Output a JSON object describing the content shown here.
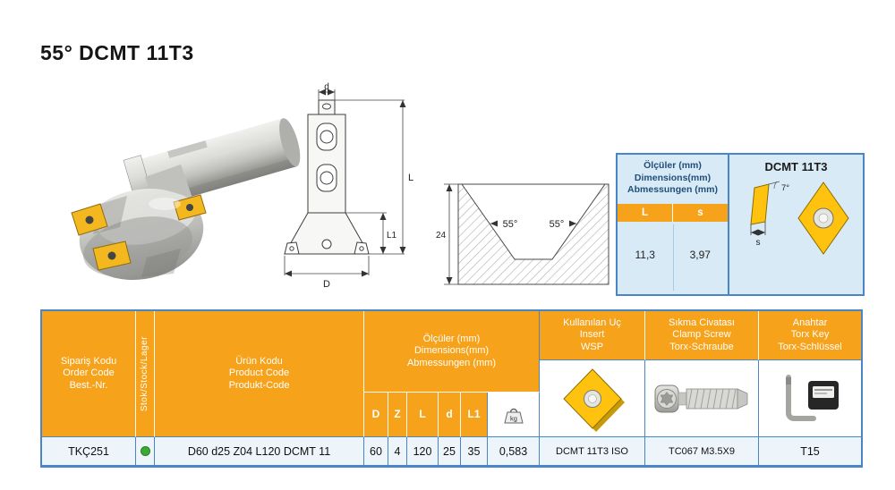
{
  "page": {
    "title": "55° DCMT 11T3"
  },
  "dims_panel": {
    "header_lines": [
      "Ölçüler (mm)",
      "Dimensions(mm)",
      "Abmessungen (mm)"
    ],
    "col_labels": [
      "L",
      "s"
    ],
    "values": [
      "11,3",
      "3,97"
    ]
  },
  "insert_panel": {
    "title": "DCMT 11T3",
    "angle_label": "7°",
    "thickness_label": "s"
  },
  "tech_drawing": {
    "d": "d",
    "L": "L",
    "L1": "L1",
    "D": "D"
  },
  "profile_drawing": {
    "left_angle": "55°",
    "right_angle": "55°",
    "depth": "24"
  },
  "table": {
    "headers": {
      "order_code_lines": [
        "Sipariş Kodu",
        "Order Code",
        "Best.-Nr."
      ],
      "stock_label": "Stok/Stock/Lager",
      "product_code_lines": [
        "Ürün Kodu",
        "Product Code",
        "Produkt-Code"
      ],
      "dimensions_lines": [
        "Ölçüler (mm)",
        "Dimensions(mm)",
        "Abmessungen (mm)"
      ],
      "dim_columns": [
        "D",
        "Z",
        "L",
        "d",
        "L1"
      ],
      "weight_unit": "kg",
      "insert_lines": [
        "Kullanılan Uç",
        "Insert",
        "WSP"
      ],
      "clamp_screw_lines": [
        "Sıkma Civatası",
        "Clamp Screw",
        "Torx-Schraube"
      ],
      "torx_key_lines": [
        "Anahtar",
        "Torx Key",
        "Torx-Schlüssel"
      ]
    },
    "row": {
      "order_code": "TKÇ251",
      "in_stock": true,
      "product_code": "D60 d25 Z04 L120 DCMT 11",
      "D": "60",
      "Z": "4",
      "L": "120",
      "d": "25",
      "L1": "35",
      "weight_kg": "0,583",
      "insert": "DCMT 11T3 ISO",
      "clamp_screw": "TC067 M3.5X9",
      "torx_key": "T15"
    }
  },
  "colors": {
    "header_orange": "#F6A21B",
    "table_border_blue": "#4A86C5",
    "panel_bg_blue": "#D9EAF7",
    "panel_text_navy": "#1F4E79",
    "insert_yellow": "#FFC20E",
    "stock_green": "#3AAA35"
  }
}
